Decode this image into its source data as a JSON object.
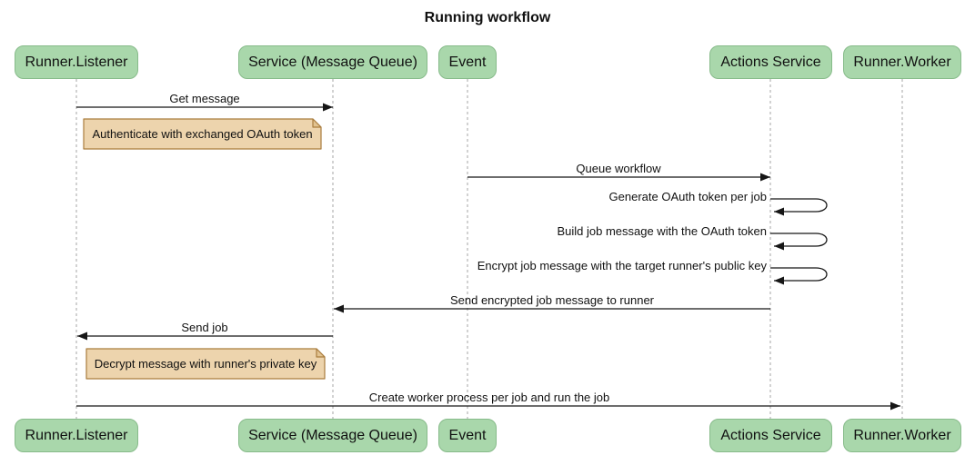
{
  "title": "Running workflow",
  "actors": [
    {
      "id": "runner-listener",
      "label": "Runner.Listener"
    },
    {
      "id": "service-message-queue",
      "label": "Service (Message Queue)"
    },
    {
      "id": "event",
      "label": "Event"
    },
    {
      "id": "actions-service",
      "label": "Actions Service"
    },
    {
      "id": "runner-worker",
      "label": "Runner.Worker"
    }
  ],
  "messages": [
    {
      "text": "Get message",
      "from": "Runner.Listener",
      "to": "Service (Message Queue)",
      "type": "arrow"
    },
    {
      "text": "Queue workflow",
      "from": "Event",
      "to": "Actions Service",
      "type": "arrow"
    },
    {
      "text": "Generate OAuth token per job",
      "from": "Actions Service",
      "to": "Actions Service",
      "type": "self"
    },
    {
      "text": "Build job message with the OAuth token",
      "from": "Actions Service",
      "to": "Actions Service",
      "type": "self"
    },
    {
      "text": "Encrypt job message with the target runner's public key",
      "from": "Actions Service",
      "to": "Actions Service",
      "type": "self"
    },
    {
      "text": "Send encrypted job message to runner",
      "from": "Actions Service",
      "to": "Service (Message Queue)",
      "type": "arrow"
    },
    {
      "text": "Send job",
      "from": "Service (Message Queue)",
      "to": "Runner.Listener",
      "type": "arrow"
    },
    {
      "text": "Create worker process per job and run the job",
      "from": "Runner.Listener",
      "to": "Runner.Worker",
      "type": "arrow"
    }
  ],
  "notes": [
    {
      "text": "Authenticate with exchanged OAuth token",
      "position": "right of Runner.Listener"
    },
    {
      "text": "Decrypt message with runner's private key",
      "position": "right of Runner.Listener"
    }
  ],
  "colors": {
    "actor_fill": "#a9d7ab",
    "actor_border": "#87bb8a",
    "note_fill": "#edd4ad",
    "note_border": "#aa7d3e",
    "note_fold": "#e2c391",
    "lifeline": "#a6a6a6",
    "arrow": "#161616",
    "text": "#111111",
    "background": "#ffffff"
  }
}
